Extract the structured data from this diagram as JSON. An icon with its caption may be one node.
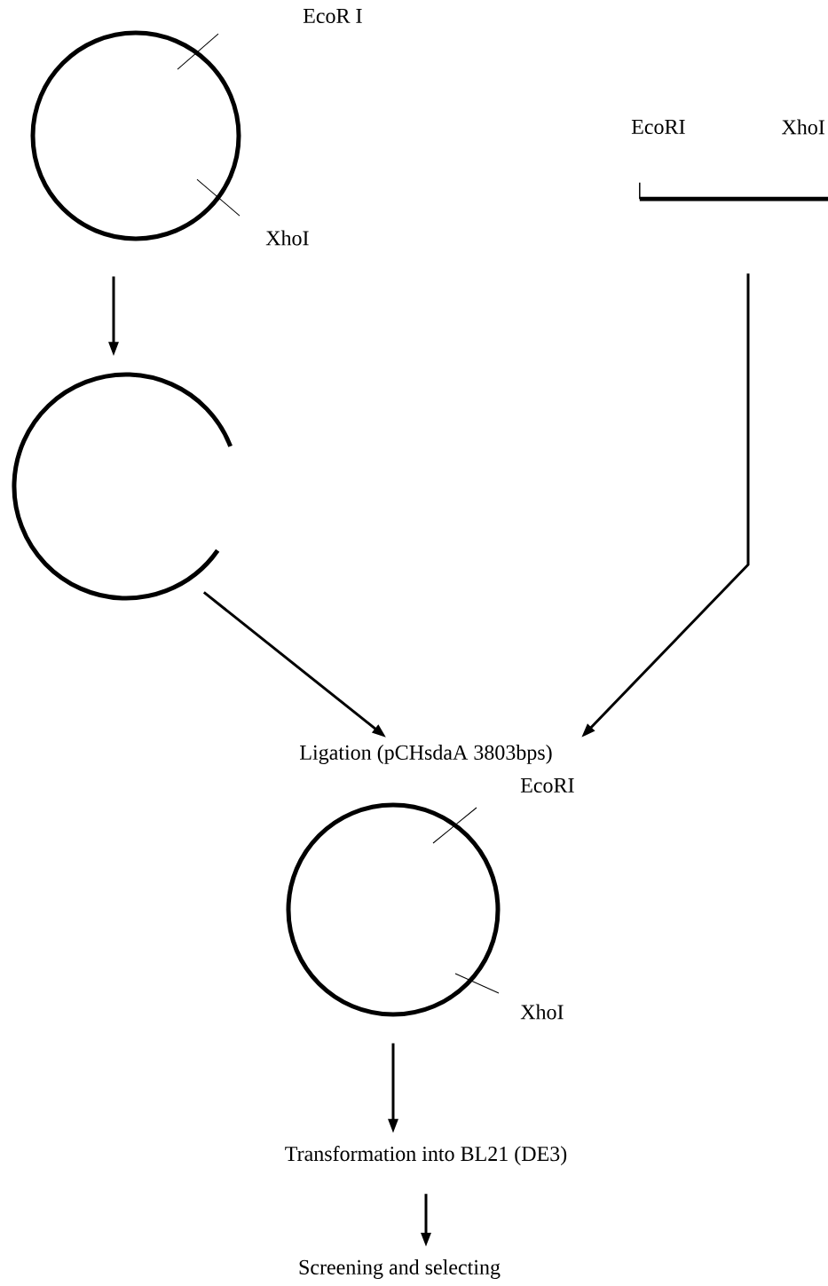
{
  "diagram": {
    "nodes": [
      {
        "text": [],
        "shape": "circle",
        "beside": [
          "EcoR I",
          "XhoI"
        ]
      },
      {
        "text": [],
        "shape": "circle"
      },
      {
        "text": [],
        "shape": "bar",
        "beside": [
          "EcoRI",
          "XhoI"
        ]
      },
      {
        "text": [
          "Ligation (pCHsdaA 3803bps)"
        ]
      },
      {
        "text": [],
        "shape": "circle",
        "beside": [
          "EcoRI",
          "XhoI"
        ]
      },
      {
        "text": [
          "Transformation into BL21 (DE3)"
        ]
      },
      {
        "text": [
          "Screening and selecting"
        ]
      }
    ],
    "edges": [
      {
        "from": 0,
        "to": 1,
        "arrow": "to"
      },
      {
        "from": 1,
        "to": 3,
        "arrow": "to"
      },
      {
        "from": 2,
        "to": 3,
        "arrow": "to"
      },
      {
        "from": 4,
        "to": 5,
        "arrow": "to"
      },
      {
        "from": 5,
        "to": 6,
        "arrow": "to"
      }
    ]
  }
}
